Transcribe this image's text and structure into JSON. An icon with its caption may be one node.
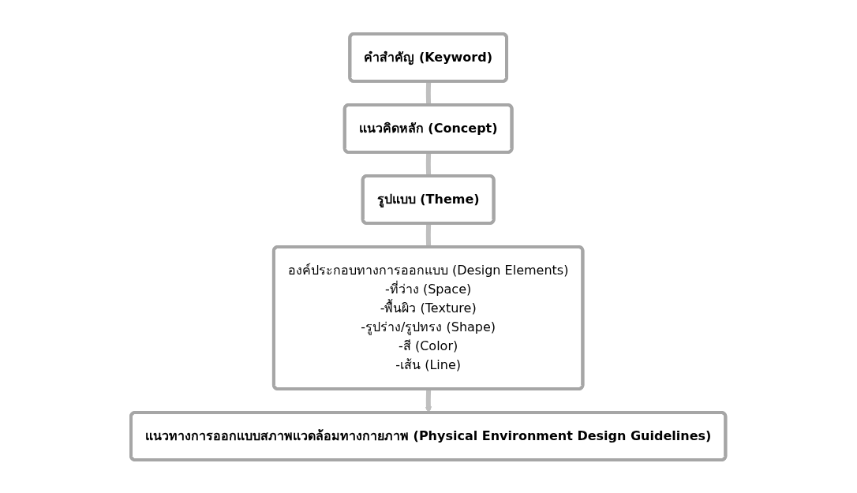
{
  "diagram": {
    "nodes": [
      {
        "text": [
          "คำสำคัญ (Keyword)"
        ]
      },
      {
        "text": [
          "แนวคิดหลัก (Concept)"
        ]
      },
      {
        "text": [
          "รูปแบบ (Theme)"
        ]
      },
      {
        "text": [
          "องค์ประกอบทางการออกแบบ (Design Elements)",
          "-ที่ว่าง (Space)",
          "-พื้นผิว (Texture)",
          "-รูปร่าง/รูปทรง (Shape)",
          "-สี (Color)",
          "-เส้น (Line)"
        ]
      },
      {
        "text": [
          "แนวทางการออกแบบสภาพแวดล้อมทางกายภาพ (Physical Environment Design Guidelines)"
        ]
      }
    ],
    "edges": [
      {
        "from": 0,
        "to": 1,
        "arrow": "none"
      },
      {
        "from": 1,
        "to": 2,
        "arrow": "none"
      },
      {
        "from": 2,
        "to": 3,
        "arrow": "none"
      },
      {
        "from": 3,
        "to": 4,
        "arrow": "to"
      }
    ]
  }
}
